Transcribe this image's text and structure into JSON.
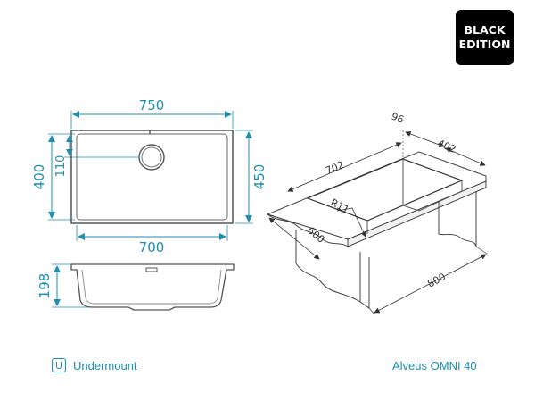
{
  "badge": {
    "line1": "BLACK",
    "line2": "EDITION"
  },
  "top_view": {
    "width": "750",
    "inner_width": "700",
    "height": "450",
    "inner_height": "400",
    "drain_offset": "110"
  },
  "side_view": {
    "depth": "198"
  },
  "iso_view": {
    "w96": "96",
    "w402": "402",
    "w702": "702",
    "radius": "R11",
    "w600": "600",
    "w800": "800"
  },
  "footer": {
    "mount_icon": "U",
    "mount_label": "Undermount",
    "model": "Alveus OMNI 40"
  },
  "colors": {
    "accent": "#1c8fb0",
    "line": "#333333",
    "badge_bg": "#000000"
  }
}
